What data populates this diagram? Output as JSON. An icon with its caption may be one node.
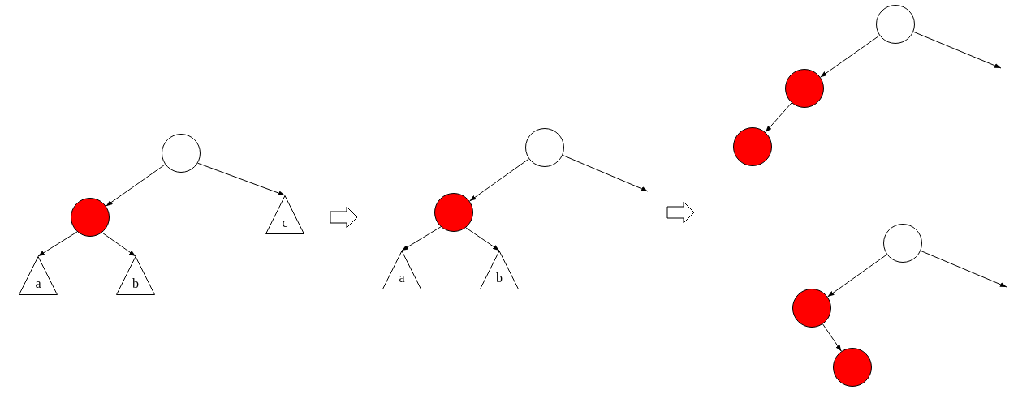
{
  "diagram": {
    "nodes": [
      {
        "text": [],
        "shape": "circle"
      },
      {
        "text": [],
        "shape": "circle"
      },
      {
        "text": [
          "a"
        ]
      },
      {
        "text": [
          "b"
        ]
      },
      {
        "text": [
          "c"
        ]
      },
      {
        "text": [],
        "shape": "circle"
      },
      {
        "text": [],
        "shape": "circle"
      },
      {
        "text": [
          "a"
        ]
      },
      {
        "text": [
          "b"
        ]
      },
      {
        "text": [],
        "shape": "circle"
      },
      {
        "text": [],
        "shape": "circle"
      },
      {
        "text": [],
        "shape": "circle"
      },
      {
        "text": [],
        "shape": "circle"
      },
      {
        "text": [],
        "shape": "circle"
      },
      {
        "text": [],
        "shape": "circle"
      }
    ],
    "edges": [
      {
        "from": 0,
        "to": 1,
        "arrow": "to"
      },
      {
        "from": 0,
        "to": 4,
        "arrow": "to"
      },
      {
        "from": 1,
        "to": 2,
        "arrow": "to"
      },
      {
        "from": 1,
        "to": 3,
        "arrow": "to"
      },
      {
        "from": 5,
        "to": 6,
        "arrow": "to"
      },
      {
        "from": 5,
        "to": null,
        "arrow": "to"
      },
      {
        "from": 6,
        "to": 7,
        "arrow": "to"
      },
      {
        "from": 6,
        "to": 8,
        "arrow": "to"
      },
      {
        "from": 9,
        "to": 10,
        "arrow": "to"
      },
      {
        "from": 9,
        "to": null,
        "arrow": "to"
      },
      {
        "from": 10,
        "to": 11,
        "arrow": "to"
      },
      {
        "from": 12,
        "to": 13,
        "arrow": "to"
      },
      {
        "from": 12,
        "to": null,
        "arrow": "to"
      },
      {
        "from": 13,
        "to": 14,
        "arrow": "to"
      }
    ]
  }
}
